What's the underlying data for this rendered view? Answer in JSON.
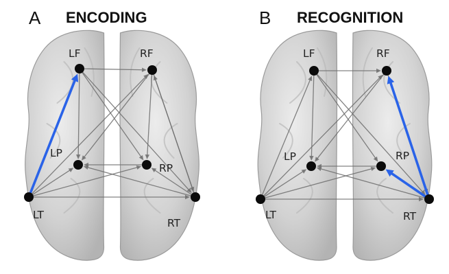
{
  "panels": [
    {
      "id": "A",
      "letter": "A",
      "title": "ENCODING",
      "nodes": [
        {
          "id": "LF",
          "label": "LF"
        },
        {
          "id": "RF",
          "label": "RF"
        },
        {
          "id": "LP",
          "label": "LP"
        },
        {
          "id": "RP",
          "label": "RP"
        },
        {
          "id": "LT",
          "label": "LT"
        },
        {
          "id": "RT",
          "label": "RT"
        }
      ],
      "edges": [
        {
          "from": "LF",
          "to": "RF",
          "highlight": false
        },
        {
          "from": "LF",
          "to": "LP",
          "highlight": false
        },
        {
          "from": "LF",
          "to": "RP",
          "highlight": false
        },
        {
          "from": "LF",
          "to": "RT",
          "highlight": false
        },
        {
          "from": "LT",
          "to": "LF",
          "highlight": true
        },
        {
          "from": "LT",
          "to": "RF",
          "highlight": false
        },
        {
          "from": "LT",
          "to": "LP",
          "highlight": false
        },
        {
          "from": "LT",
          "to": "RP",
          "highlight": false
        },
        {
          "from": "LT",
          "to": "RT",
          "highlight": false
        },
        {
          "from": "RF",
          "to": "LP",
          "highlight": false
        },
        {
          "from": "RF",
          "to": "RP",
          "highlight": false
        },
        {
          "from": "RF",
          "to": "RT",
          "highlight": false
        },
        {
          "from": "RP",
          "to": "LP",
          "highlight": false
        },
        {
          "from": "RT",
          "to": "RF",
          "highlight": false
        },
        {
          "from": "RT",
          "to": "LP",
          "highlight": false
        },
        {
          "from": "RT",
          "to": "RP",
          "highlight": false
        }
      ]
    },
    {
      "id": "B",
      "letter": "B",
      "title": "RECOGNITION",
      "nodes": [
        {
          "id": "LF",
          "label": "LF"
        },
        {
          "id": "RF",
          "label": "RF"
        },
        {
          "id": "LP",
          "label": "LP"
        },
        {
          "id": "RP",
          "label": "RP"
        },
        {
          "id": "LT",
          "label": "LT"
        },
        {
          "id": "RT",
          "label": "RT"
        }
      ],
      "edges": [
        {
          "from": "LF",
          "to": "RF",
          "highlight": false
        },
        {
          "from": "LF",
          "to": "LP",
          "highlight": false
        },
        {
          "from": "LF",
          "to": "RP",
          "highlight": false
        },
        {
          "from": "LF",
          "to": "RT",
          "highlight": false
        },
        {
          "from": "LT",
          "to": "LF",
          "highlight": false
        },
        {
          "from": "LT",
          "to": "RF",
          "highlight": false
        },
        {
          "from": "LT",
          "to": "LP",
          "highlight": false
        },
        {
          "from": "LT",
          "to": "RP",
          "highlight": false
        },
        {
          "from": "LT",
          "to": "RT",
          "highlight": false
        },
        {
          "from": "RF",
          "to": "LP",
          "highlight": false
        },
        {
          "from": "RF",
          "to": "RT",
          "highlight": false
        },
        {
          "from": "RP",
          "to": "LP",
          "highlight": false
        },
        {
          "from": "RT",
          "to": "RF",
          "highlight": true
        },
        {
          "from": "RT",
          "to": "RP",
          "highlight": true
        },
        {
          "from": "RT",
          "to": "LP",
          "highlight": false
        }
      ]
    }
  ],
  "colors": {
    "edge": "#6e6e6e",
    "highlight_edge": "#2a63e8",
    "node": "#0b0b0b",
    "brain_fill": "#d7d7d7",
    "brain_shade": "#b9b9b9",
    "brain_outline": "#9a9a9a",
    "text": "#111111"
  }
}
